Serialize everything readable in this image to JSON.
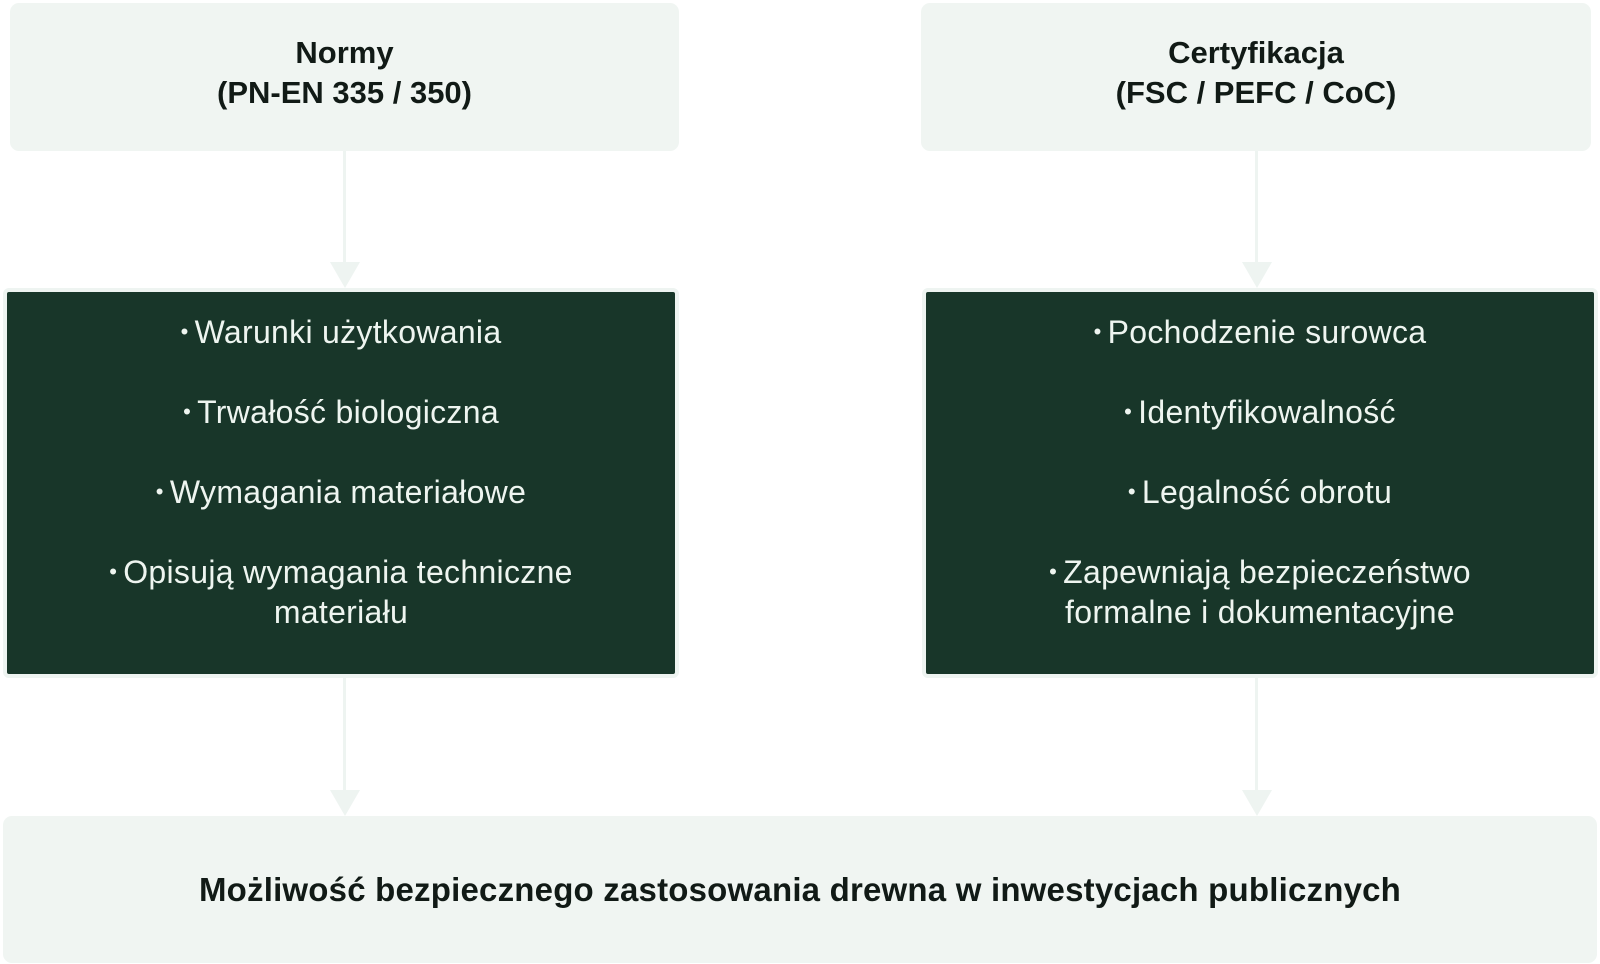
{
  "colors": {
    "light_box_bg": "#f0f5f2",
    "dark_box_bg": "#183629",
    "dark_box_text": "#eef5f0",
    "title_text": "#111a16",
    "connector": "#eef4f1"
  },
  "columns": [
    {
      "title_line1": "Normy",
      "title_line2": "(PN-EN 335 / 350)",
      "bullet_symbol": "•",
      "items": [
        "Warunki użytkowania",
        "Trwałość biologiczna",
        "Wymagania materiałowe",
        "Opisują wymagania techniczne materiału"
      ]
    },
    {
      "title_line1": "Certyfikacja",
      "title_line2": "(FSC / PEFC / CoC)",
      "bullet_symbol": "•",
      "items": [
        "Pochodzenie surowca",
        "Identyfikowalność",
        "Legalność obrotu",
        "Zapewniają bezpieczeństwo formalne i dokumentacyjne"
      ]
    }
  ],
  "outcome": {
    "label": "Możliwość bezpiecznego zastosowania drewna w inwestycjach publicznych"
  }
}
